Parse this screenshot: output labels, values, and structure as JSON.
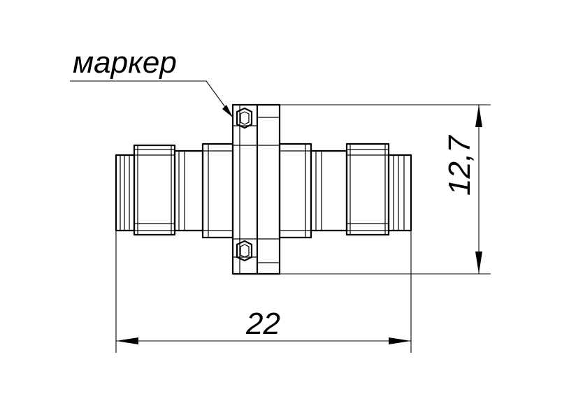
{
  "labels": {
    "marker": "маркер"
  },
  "dimensions": {
    "overall_length": "22",
    "flange_height": "12,7"
  }
}
